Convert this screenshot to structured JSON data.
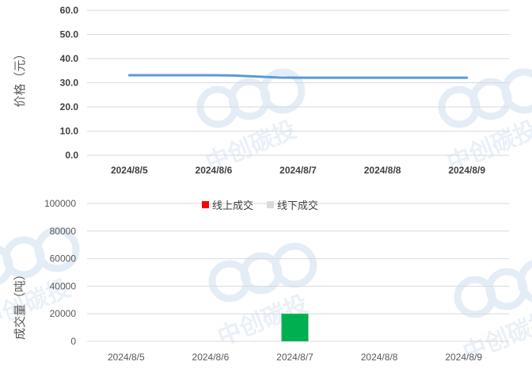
{
  "watermark": {
    "text": "中创碳投",
    "color": "#dce8f4"
  },
  "chart_data": [
    {
      "type": "line",
      "categories": [
        "2024/8/5",
        "2024/8/6",
        "2024/8/7",
        "2024/8/8",
        "2024/8/9"
      ],
      "values": [
        33.1,
        33.1,
        32.1,
        32.1,
        32.1
      ],
      "ylabel": "价格（元）",
      "ylim": [
        0,
        60
      ],
      "yticks": [
        "0.0",
        "10.0",
        "20.0",
        "30.0",
        "40.0",
        "50.0",
        "60.0"
      ],
      "grid": true,
      "color": "#5b9bd5"
    },
    {
      "type": "bar",
      "categories": [
        "2024/8/5",
        "2024/8/6",
        "2024/8/7",
        "2024/8/8",
        "2024/8/9"
      ],
      "series": [
        {
          "name": "线上成交",
          "color": "#ff0000",
          "values": [
            0,
            0,
            0,
            0,
            0
          ]
        },
        {
          "name": "线下成交",
          "color": "#d9d9d9",
          "values": [
            0,
            0,
            0,
            0,
            0
          ]
        }
      ],
      "highlight_values": [
        0,
        0,
        20000,
        0,
        0
      ],
      "highlight_color": "#00b050",
      "ylabel": "成交量（吨）",
      "ylim": [
        0,
        100000
      ],
      "yticks": [
        "0",
        "20000",
        "40000",
        "60000",
        "80000",
        "100000"
      ],
      "legend": "top-center",
      "grid": true
    }
  ]
}
